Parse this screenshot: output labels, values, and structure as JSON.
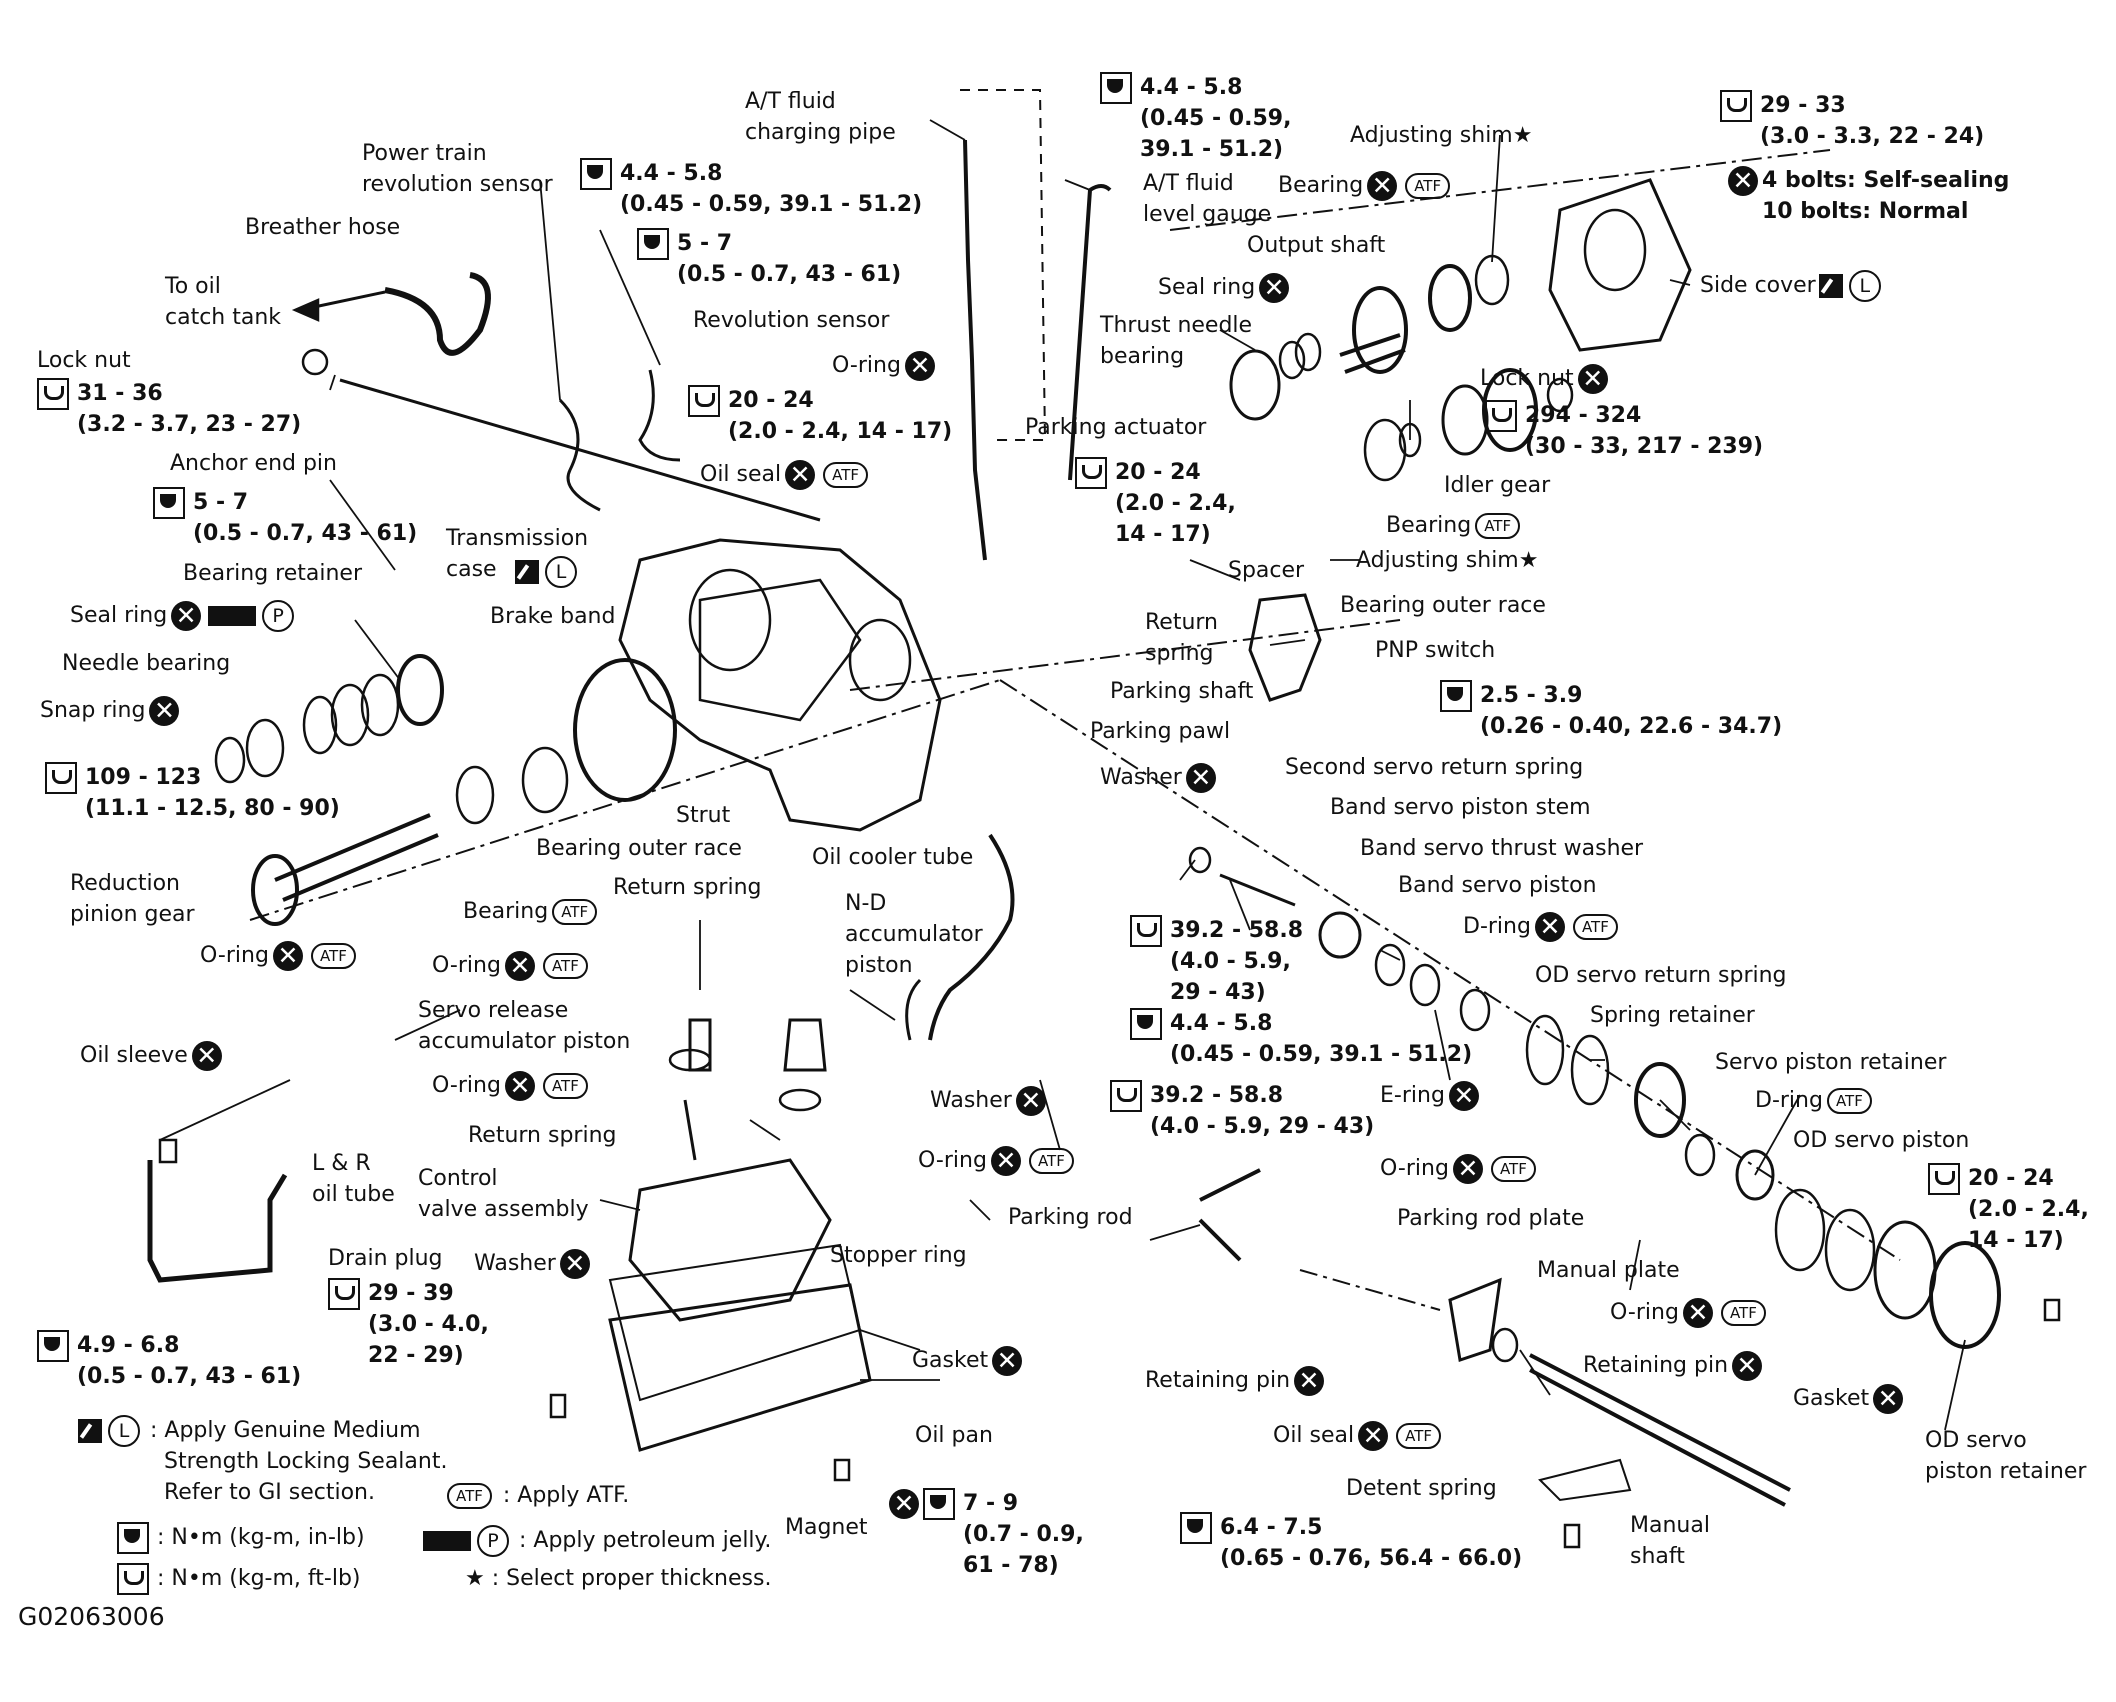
{
  "labels": {
    "power_train_sensor": "Power train\nrevolution sensor",
    "breather_hose": "Breather hose",
    "to_oil_catch_tank": "To oil\ncatch tank",
    "lock_nut": "Lock nut",
    "anchor_end_pin": "Anchor end pin",
    "transmission_case": "Transmission\ncase",
    "bearing_retainer": "Bearing retainer",
    "seal_ring": "Seal ring",
    "needle_bearing": "Needle bearing",
    "snap_ring": "Snap ring",
    "brake_band": "Brake band",
    "strut": "Strut",
    "bearing_outer_race_l": "Bearing outer race",
    "reduction_pinion_gear": "Reduction\npinion gear",
    "bearing_l": "Bearing",
    "oring_l": "O-ring",
    "at_fluid_pipe": "A/T fluid\ncharging pipe",
    "at_fluid_gauge": "A/T fluid\nlevel gauge",
    "revolution_sensor": "Revolution sensor",
    "oring_top": "O-ring",
    "oil_seal_top": "Oil seal",
    "adjusting_shim_top": "Adjusting shim",
    "bearing_top": "Bearing",
    "output_shaft": "Output shaft",
    "seal_ring_r": "Seal ring",
    "thrust_needle": "Thrust needle\nbearing",
    "parking_actuator": "Parking actuator",
    "side_cover": "Side cover",
    "lock_nut_r": "Lock nut",
    "idler_gear": "Idler gear",
    "bearing_r": "Bearing",
    "adjusting_shim_r": "Adjusting shim",
    "spacer": "Spacer",
    "bearing_outer_race_r": "Bearing outer race",
    "return_spring_top": "Return\nspring",
    "pnp_switch": "PNP switch",
    "parking_shaft": "Parking shaft",
    "parking_pawl": "Parking pawl",
    "washer_top": "Washer",
    "second_servo_spring": "Second servo return spring",
    "band_servo_stem": "Band servo piston stem",
    "band_servo_washer": "Band servo thrust washer",
    "band_servo_piston": "Band servo piston",
    "dring_1": "D-ring",
    "od_servo_spring": "OD servo return spring",
    "spring_retainer": "Spring retainer",
    "servo_piston_retainer": "Servo piston retainer",
    "eruing": "E-ring",
    "dring_2": "D-ring",
    "oring_od": "O-ring",
    "od_servo_piston": "OD servo piston",
    "oil_cooler_tube": "Oil cooler tube",
    "return_spring_mid": "Return spring",
    "nd_accum": "N-D\naccumulator\npiston",
    "oring_mid": "O-ring",
    "servo_release": "Servo release\naccumulator piston",
    "oring_mid2": "O-ring",
    "return_spring_low": "Return spring",
    "oring_nd": "O-ring",
    "washer_mid": "Washer",
    "oil_sleeve": "Oil sleeve",
    "lr_oil_tube": "L & R\noil tube",
    "control_valve": "Control\nvalve assembly",
    "drain_plug": "Drain plug",
    "washer_low": "Washer",
    "stopper_ring": "Stopper ring",
    "gasket_low": "Gasket",
    "oil_pan": "Oil pan",
    "magnet": "Magnet",
    "parking_rod": "Parking rod",
    "parking_rod_plate": "Parking rod plate",
    "manual_plate": "Manual plate",
    "oring_r": "O-ring",
    "retaining_pin_1": "Retaining pin",
    "retaining_pin_2": "Retaining pin",
    "gasket_r": "Gasket",
    "od_servo_retainer": "OD servo\npiston retainer",
    "oil_seal_low": "Oil seal",
    "detent_spring": "Detent spring",
    "manual_shaft": "Manual\nshaft"
  },
  "torques": {
    "t_pipe": "4.4 - 5.8\n(0.45 - 0.59,\n39.1 - 51.2)",
    "t_sensor": "4.4 - 5.8\n(0.45 - 0.59, 39.1 - 51.2)",
    "t_5_7_top": "5 - 7\n(0.5 - 0.7, 43 - 61)",
    "t_20_24_mid": "20 - 24\n(2.0 - 2.4, 14 - 17)",
    "t_lock_nut": "31 - 36\n(3.2 - 3.7, 23 - 27)",
    "t_anchor": "5 - 7\n(0.5 - 0.7, 43 - 61)",
    "t_109": "109 - 123\n(11.1 - 12.5, 80 - 90)",
    "t_side_cover": "29 - 33\n(3.0 - 3.3, 22 - 24)",
    "side_cover_bolts": "4 bolts: Self-sealing\n10 bolts: Normal",
    "t_294": "294 - 324\n(30 - 33, 217 - 239)",
    "t_20_24_park": "20 - 24\n(2.0 - 2.4,\n14 - 17)",
    "t_pnp": "2.5 - 3.9\n(0.26 - 0.40, 22.6 - 34.7)",
    "t_39_a": "39.2 - 58.8\n(4.0 - 5.9,\n29 - 43)",
    "t_44_low": "4.4 - 5.8\n(0.45 - 0.59, 39.1 - 51.2)",
    "t_39_b": "39.2 - 58.8\n(4.0 - 5.9, 29 - 43)",
    "t_20_24_od": "20 - 24\n(2.0 - 2.4,\n14 - 17)",
    "t_lr_tube": "4.9 - 6.8\n(0.5 - 0.7, 43 - 61)",
    "t_drain": "29 - 39\n(3.0 - 4.0,\n22 - 29)",
    "t_pan": "7 - 9\n(0.7 - 0.9,\n61 - 78)",
    "t_detent": "6.4 - 7.5\n(0.65 - 0.76, 56.4 - 66.0)"
  },
  "symbols": {
    "atf": "ATF",
    "lock": "L",
    "petroleum": "P",
    "star": "★"
  },
  "legend": {
    "sealant": ": Apply Genuine Medium\n  Strength Locking Sealant.\n  Refer to GI section.",
    "atf": ": Apply ATF.",
    "nm_in": ": N•m (kg-m, in-lb)",
    "petroleum": ": Apply petroleum jelly.",
    "nm_ft": ": N•m (kg-m, ft-lb)",
    "star": ": Select proper thickness."
  },
  "figure_code": "G02063006"
}
